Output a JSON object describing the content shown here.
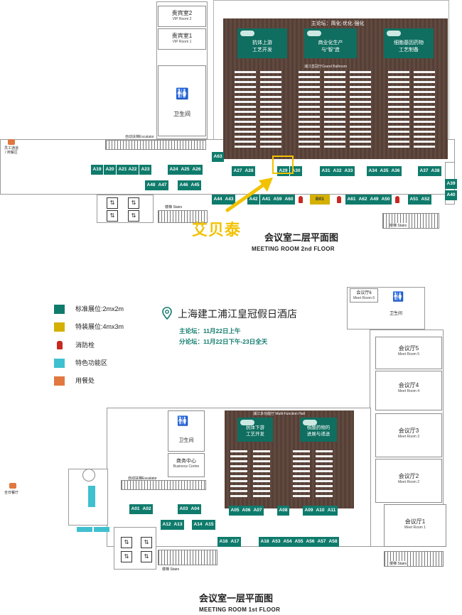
{
  "colors": {
    "booth": "#0f7b6c",
    "special": "#d4b000",
    "hydrant": "#c8281e",
    "feature": "#3fc0d0",
    "dining": "#e07840",
    "hall": "#5b4339",
    "marker": "#f2c200",
    "title": "#0f7b6c"
  },
  "floor2": {
    "caption_cn": "会议室二层平面图",
    "caption_en": "MEETING ROOM 2nd FLOOR",
    "forum_title": "主论坛：简化·优化·强化",
    "ballroom_label": "浦江皇冠厅Grand Ballroom",
    "screens": [
      "抗体上游\n工艺开发",
      "商业化生产\n与“智”造",
      "细胞基因药物\n工艺制备"
    ],
    "vip2_cn": "贵宾室2",
    "vip2_en": "VIP Room 2",
    "vip1_cn": "贵宾室1",
    "vip1_en": "VIP Room 1",
    "toilet": "卫生间",
    "escalator": "自动扶梯Escalator",
    "stairs": "楼梯 Stairs",
    "stairs2": "楼梯 Stairs",
    "canteen": "员工通道\n/ 用餐区",
    "marker_label": "艾贝泰",
    "special_booth": "B01",
    "booths": {
      "A63": "A63",
      "row_top_left": [
        "A19",
        "A20",
        "A21",
        "A22",
        "A23",
        "A24",
        "A25",
        "A26"
      ],
      "row_top_mid": [
        "A27",
        "A28",
        "A29",
        "A30",
        "A31",
        "A32",
        "A33"
      ],
      "row_top_right": [
        "A34",
        "A35",
        "A36",
        "A37",
        "A38"
      ],
      "right_col": [
        "A39",
        "A40"
      ],
      "row_mid_left": [
        "A48",
        "A47",
        "A46",
        "A45"
      ],
      "row_bottom": [
        "A44",
        "A43",
        "A42",
        "A41",
        "A59",
        "A60",
        "A61",
        "A62",
        "A49",
        "A50",
        "A51",
        "A52"
      ]
    }
  },
  "legend": {
    "items": [
      {
        "label": "标准展位:2mx2m"
      },
      {
        "label": "特装展位:4mx3m"
      },
      {
        "label": "消防栓"
      },
      {
        "label": "特色功能区"
      },
      {
        "label": "用餐处"
      }
    ]
  },
  "venue": {
    "name": "上海建工浦江皇冠假日酒店",
    "main_forum": "主论坛：11月22日上午",
    "sub_forum": "分论坛：11月22日下午-23日全天"
  },
  "floor1": {
    "caption_cn": "会议室一层平面图",
    "caption_en": "MEETING ROOM 1st FLOOR",
    "hall_label": "浦江多功能厅 Multi-Function Hall",
    "screens": [
      "抗体下游\n工艺开发",
      "核酸药物的\n进展与递送"
    ],
    "meet6_cn": "会议厅6",
    "meet6_en": "Meet Room 6",
    "toilet_top": "卫生间",
    "toilet_mid": "卫生间",
    "business_cn": "商务中心",
    "business_en": "Business Centre",
    "escalator": "自动扶梯Escalator",
    "dining_label": "全日餐厅",
    "stairs": "楼梯 Stairs",
    "stairs2": "楼梯 Stairs",
    "rooms": [
      {
        "cn": "会议厅5",
        "en": "Meet Room 5"
      },
      {
        "cn": "会议厅4",
        "en": "Meet Room 4"
      },
      {
        "cn": "会议厅3",
        "en": "Meet Room 3"
      },
      {
        "cn": "会议厅2",
        "en": "Meet Room 2"
      },
      {
        "cn": "会议厅1",
        "en": "Meet Room 1"
      }
    ],
    "booths": {
      "row1": [
        "A01",
        "A02",
        "A03",
        "A04",
        "A05",
        "A06",
        "A07",
        "A08",
        "A09",
        "A10",
        "A11"
      ],
      "row2": [
        "A12",
        "A13",
        "A14",
        "A15"
      ],
      "row3": [
        "A16",
        "A17",
        "A18",
        "A53",
        "A54",
        "A55",
        "A56",
        "A57",
        "A58"
      ]
    }
  }
}
